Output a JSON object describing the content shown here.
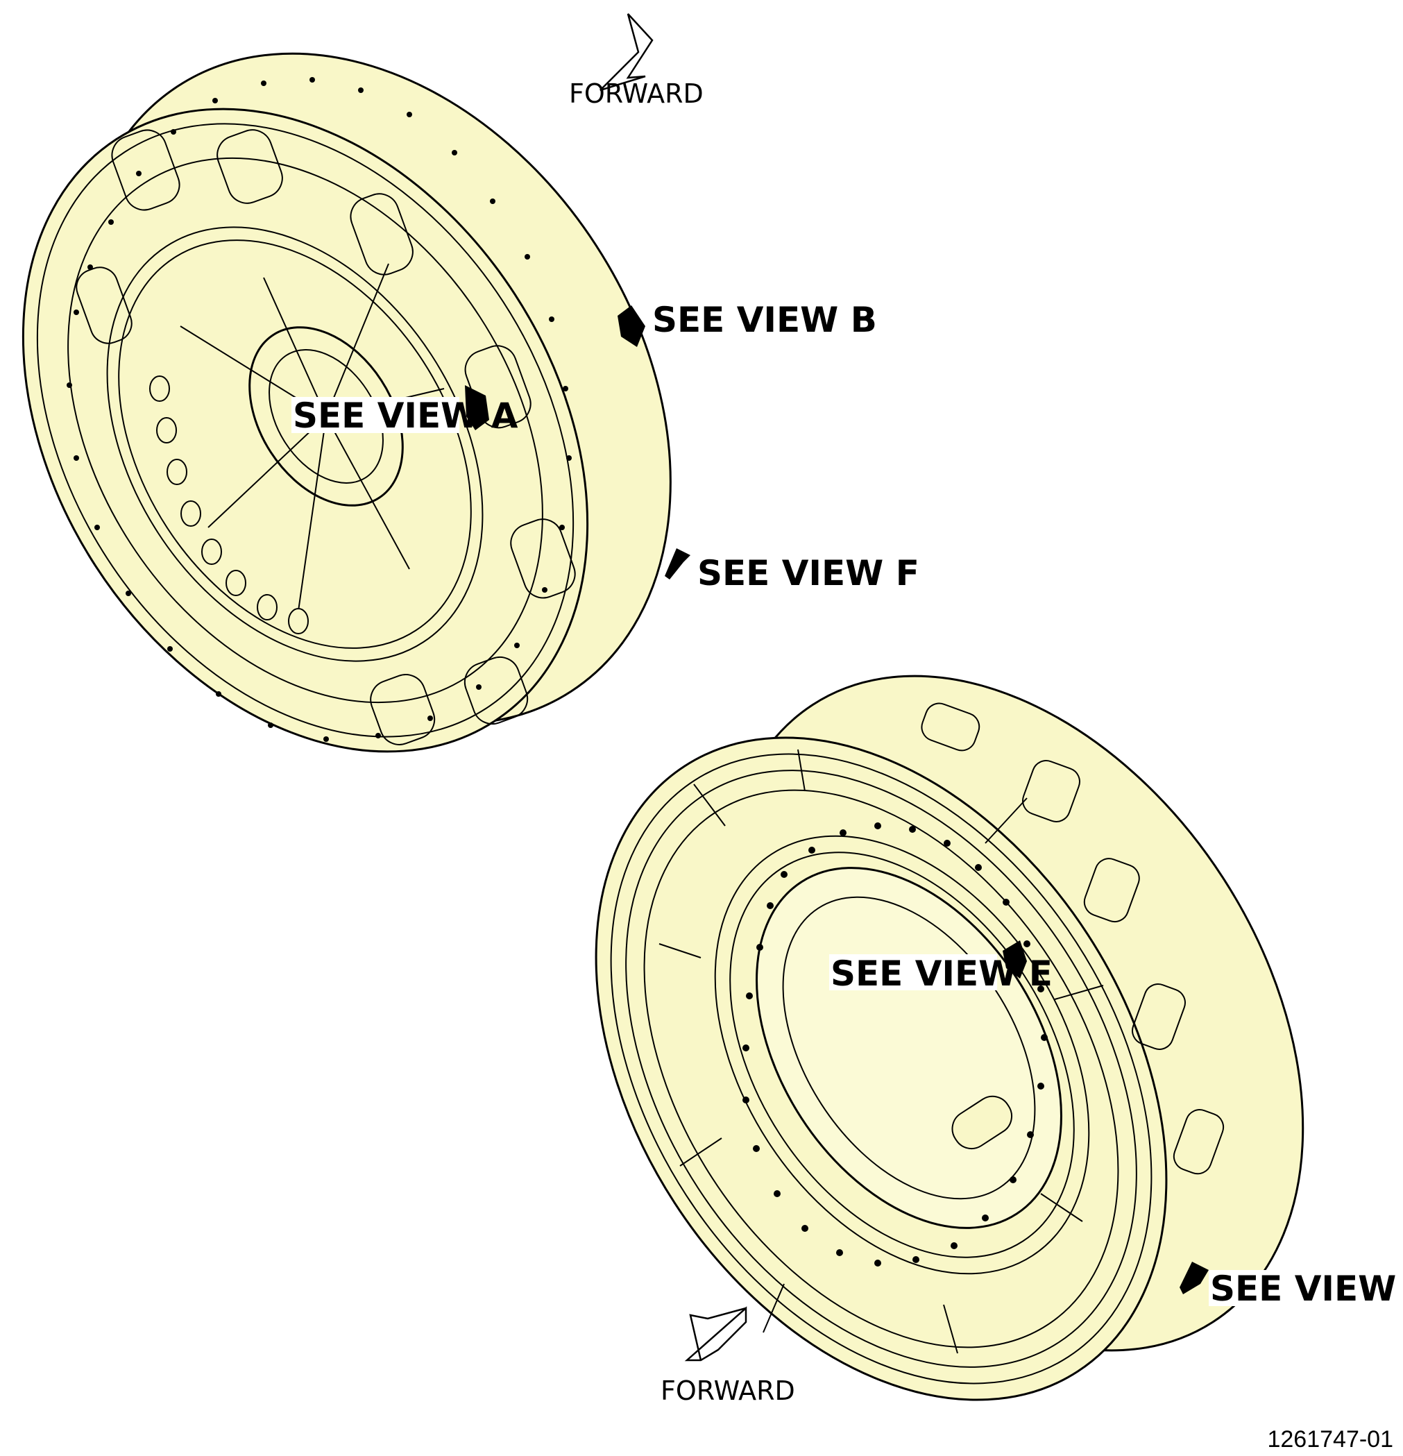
{
  "colors": {
    "part_fill": "#f9f7c8",
    "line": "#000000",
    "background": "#ffffff"
  },
  "callouts": {
    "view_a": "SEE VIEW A",
    "view_b": "SEE VIEW B",
    "view_f": "SEE VIEW F",
    "view_e": "SEE VIEW E",
    "view_d": "SEE VIEW D"
  },
  "direction": {
    "forward_top": "FORWARD",
    "forward_bottom": "FORWARD",
    "arrow_icon": "forward-arrow-icon"
  },
  "figure_number": "1261747-01"
}
